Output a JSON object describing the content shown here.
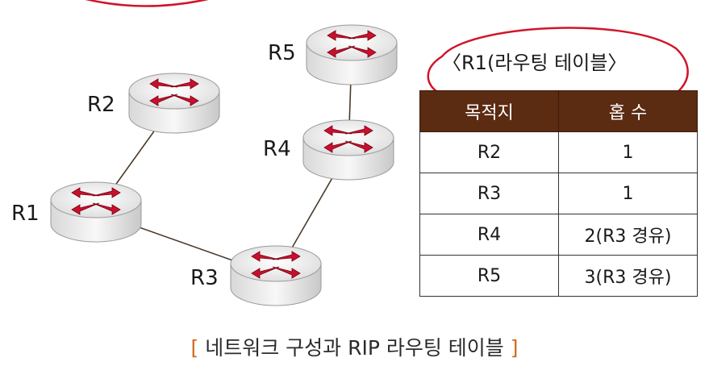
{
  "routers": [
    {
      "id": "R1",
      "label": "R1"
    },
    {
      "id": "R2",
      "label": "R2"
    },
    {
      "id": "R3",
      "label": "R3"
    },
    {
      "id": "R4",
      "label": "R4"
    },
    {
      "id": "R5",
      "label": "R5"
    }
  ],
  "links": [
    [
      "R1",
      "R2"
    ],
    [
      "R1",
      "R3"
    ],
    [
      "R3",
      "R4"
    ],
    [
      "R4",
      "R5"
    ]
  ],
  "table": {
    "title": "〈R1(라우팅 테이블〉",
    "headers": [
      "목적지",
      "홉 수"
    ],
    "rows": [
      {
        "dest": "R2",
        "hops": "1"
      },
      {
        "dest": "R3",
        "hops": "1"
      },
      {
        "dest": "R4",
        "hops": "2(R3 경유)"
      },
      {
        "dest": "R5",
        "hops": "3(R3 경유)"
      }
    ]
  },
  "caption": {
    "open": "[",
    "text": "네트워크 구성과 RIP 라우팅 테이블",
    "close": "]"
  },
  "colors": {
    "header_bg": "#5b2b12",
    "annotation": "#d0152a",
    "caption_bracket": "#d2691e",
    "arrow": "#c8102e"
  }
}
